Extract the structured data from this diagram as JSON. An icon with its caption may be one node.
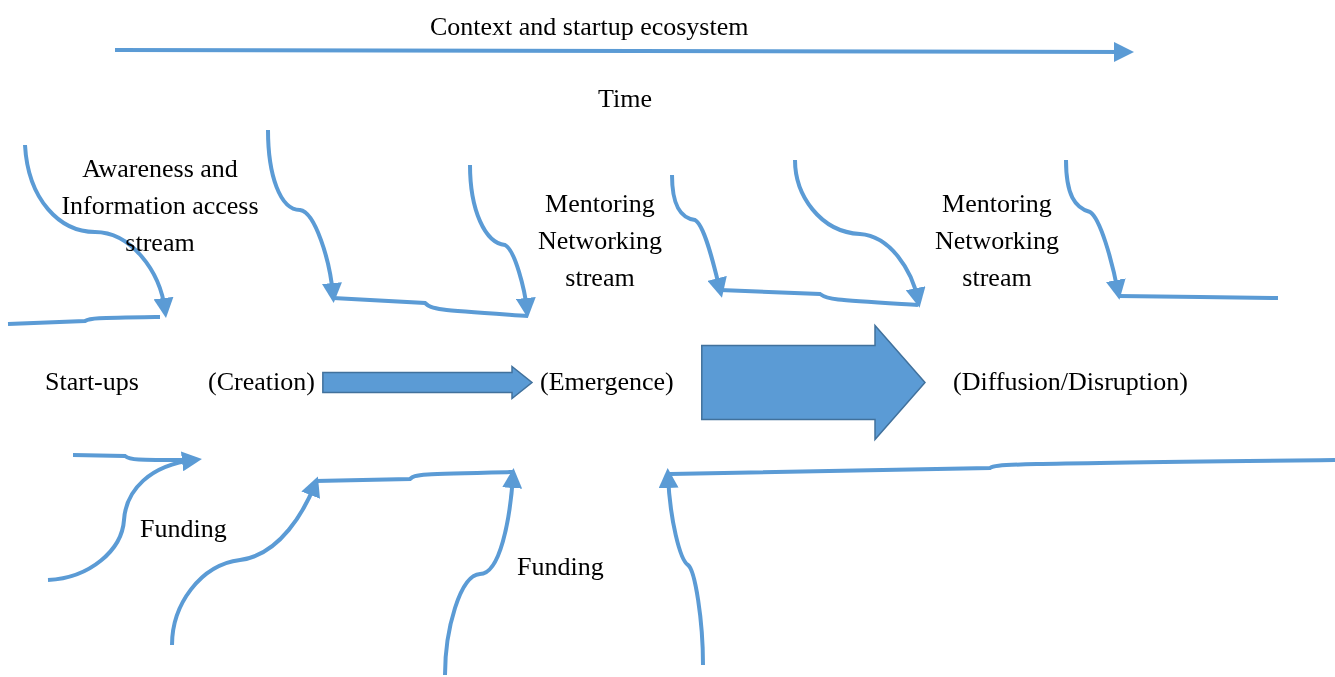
{
  "diagram": {
    "nodes": [
      {
        "text": [
          "(Creation)"
        ]
      },
      {
        "text": [
          "(Emergence)"
        ]
      },
      {
        "text": [
          "(Diffusion/Disruption)"
        ]
      }
    ],
    "edges": [
      {
        "from": 0,
        "to": 1,
        "arrow": "to"
      },
      {
        "from": 1,
        "to": 2,
        "arrow": "to",
        "style": "thick"
      }
    ],
    "labels": [
      "Context and startup ecosystem",
      "Time",
      "Awareness and Information access stream",
      "Mentoring Networking stream",
      "Mentoring Networking stream",
      "Start-ups",
      "Funding",
      "Funding"
    ]
  }
}
